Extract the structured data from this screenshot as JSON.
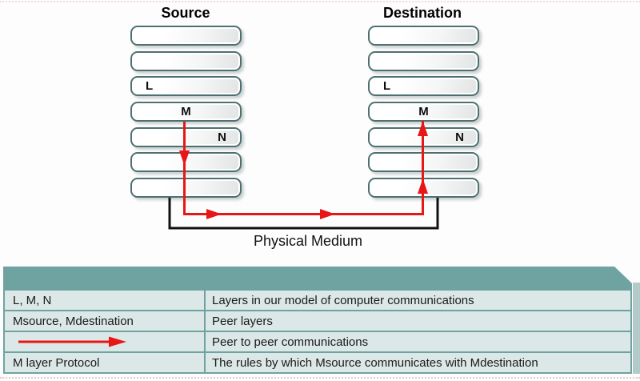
{
  "diagram": {
    "source_title": "Source",
    "destination_title": "Destination",
    "physical_medium_label": "Physical Medium",
    "source_layers": [
      "",
      "",
      "L",
      "M",
      "N",
      "",
      ""
    ],
    "destination_layers": [
      "",
      "",
      "L",
      "M",
      "N",
      "",
      ""
    ],
    "icons": {
      "source_flow": "red-down-arrow",
      "destination_flow": "red-up-arrow",
      "medium_flow": "red-right-arrow"
    },
    "colors": {
      "arrow_red": "#e81717",
      "connector_black": "#111111",
      "box_border_teal": "#4f7070"
    }
  },
  "legend_table": {
    "header_color": "#6fa3a1",
    "row_background": "#dce8e7",
    "rows": [
      {
        "term": "L, M, N",
        "description": "Layers in our model of computer communications"
      },
      {
        "term": "Msource, Mdestination",
        "description": "Peer layers"
      },
      {
        "term": "",
        "icon": "red-right-arrow",
        "description": "Peer to peer communications"
      },
      {
        "term": "M layer Protocol",
        "description": "The rules by which Msource communicates with Mdestination"
      }
    ]
  }
}
